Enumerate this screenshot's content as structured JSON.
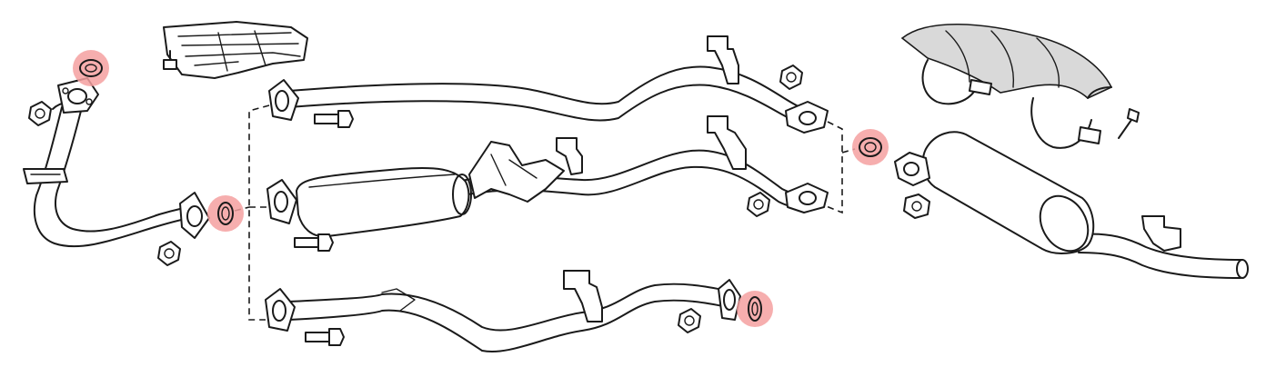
{
  "diagram": {
    "style": "line-drawing",
    "highlight_color": "#f4a0a0",
    "highlighted_parts": [
      "front-pipe-gasket",
      "converter-inlet-gasket",
      "tail-pipe-gasket",
      "center-pipe-outlet-gasket"
    ],
    "parts": [
      "front-pipe",
      "heat-shield",
      "center-pipe-upper",
      "center-pipe-with-resonator",
      "center-pipe-lower",
      "muffler-heat-shield",
      "muffler-tail-pipe",
      "clamps",
      "bolts",
      "nuts",
      "hangers"
    ]
  }
}
